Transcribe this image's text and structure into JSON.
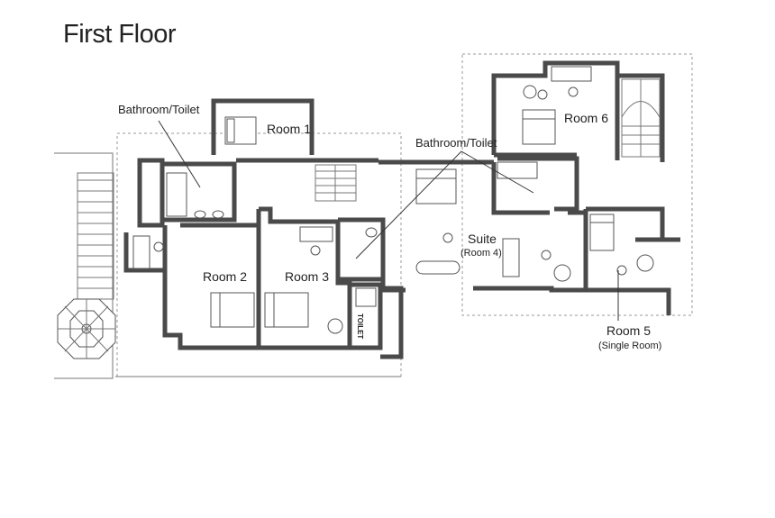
{
  "title": "First Floor",
  "rooms": [
    {
      "id": "bath1",
      "label": "Bathroom/Toilet"
    },
    {
      "id": "room1",
      "label": "Room 1"
    },
    {
      "id": "bath2",
      "label": "Bathroom/Toilet"
    },
    {
      "id": "room6",
      "label": "Room 6"
    },
    {
      "id": "suite",
      "label": "Suite"
    },
    {
      "id": "suite_sub",
      "label": "(Room 4)"
    },
    {
      "id": "room2",
      "label": "Room 2"
    },
    {
      "id": "room3",
      "label": "Room 3"
    },
    {
      "id": "toilet",
      "label": "TOILET"
    },
    {
      "id": "room5",
      "label": "Room 5"
    },
    {
      "id": "room5_sub",
      "label": "(Single Room)"
    }
  ],
  "colors": {
    "wall": "#4a4a4a",
    "text": "#222222",
    "outline": "#999999"
  }
}
